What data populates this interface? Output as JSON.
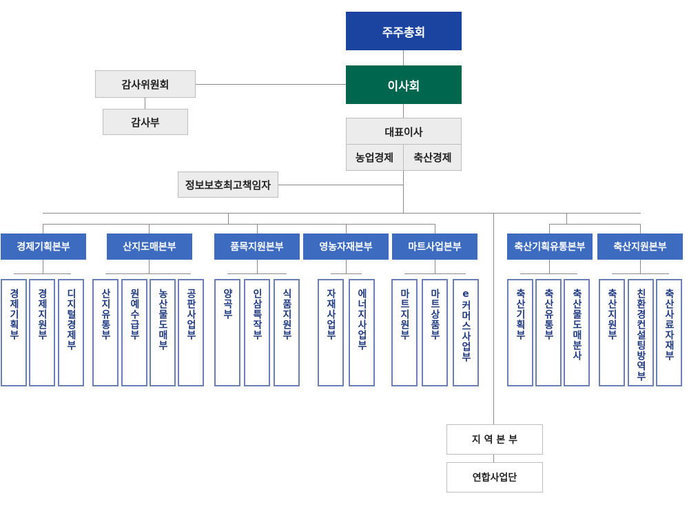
{
  "colors": {
    "shareholders": "#1a44a0",
    "board": "#00664d",
    "headquarters": "#3d6bc0",
    "department_text": "#1f3a80",
    "department_border": "#6a7fb8",
    "connector": "#8a8a8a",
    "grey_box": "#ececec"
  },
  "top": {
    "shareholders": "주주총회",
    "board": "이사회"
  },
  "audit": {
    "committee": "감사위원회",
    "department": "감사부"
  },
  "ceo": {
    "title": "대표이사",
    "divisions": [
      "농업경제",
      "축산경제"
    ]
  },
  "ciso": "정보보호최고책임자",
  "headquarters": [
    {
      "name": "경제기획본부",
      "departments": [
        "경제기획부",
        "경제지원부",
        "디지털경제부"
      ]
    },
    {
      "name": "산지도매본부",
      "departments": [
        "산지유통부",
        "원예수급부",
        "농산물도매부",
        "공판사업부"
      ]
    },
    {
      "name": "품목지원본부",
      "departments": [
        "양곡부",
        "인삼특작부",
        "식품지원부"
      ]
    },
    {
      "name": "영농자재본부",
      "departments": [
        "자재사업부",
        "에너지사업부"
      ]
    },
    {
      "name": "마트사업본부",
      "departments": [
        "마트지원부",
        "마트상품부",
        "e커머스사업부"
      ]
    },
    {
      "name": "축산기획유통본부",
      "departments": [
        "축산기획부",
        "축산유통부",
        "축산물도매분사"
      ]
    },
    {
      "name": "축산지원본부",
      "departments": [
        "축산지원부",
        "친환경컨설팅방역부",
        "축산사료자재부"
      ]
    }
  ],
  "regional": {
    "headquarters": "지 역 본 부",
    "union": "연합사업단"
  }
}
